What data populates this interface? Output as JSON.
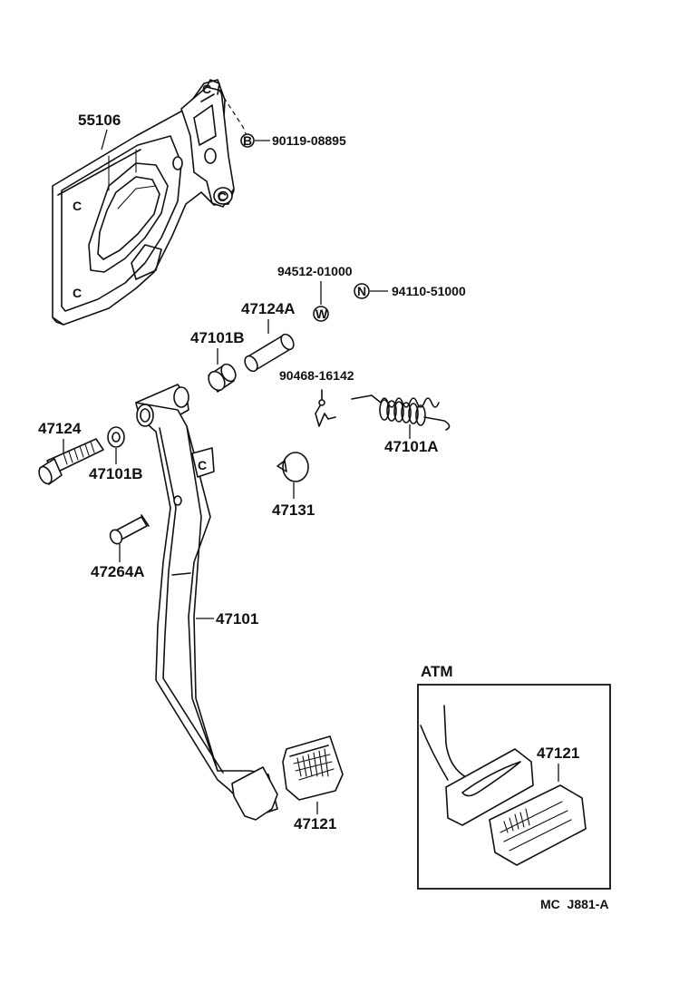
{
  "parts": {
    "bracket": "55106",
    "bracket_bolt": "90119-08895",
    "bolt_marker": "B",
    "washer": "94512-01000",
    "washer_marker": "W",
    "nut": "94110-51000",
    "nut_marker": "N",
    "collar": "47124A",
    "bushing_upper": "47101B",
    "clip": "90468-16142",
    "return_spring": "47101A",
    "pivot_bolt": "47124",
    "bushing_lower": "47101B",
    "stopper": "47131",
    "pin": "47264A",
    "pedal_lever": "47101",
    "pedal_pad": "47121"
  },
  "inset": {
    "title": "ATM",
    "pad_label": "47121"
  },
  "reference": "MC  J881-A",
  "markers": {
    "c": "C"
  }
}
